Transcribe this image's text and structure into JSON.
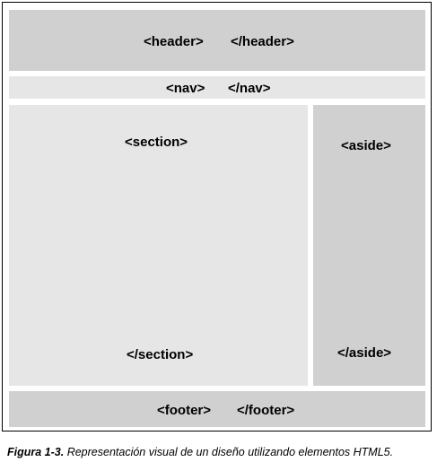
{
  "colors": {
    "dark_block": "#d0d0d0",
    "light_block": "#e6e6e6",
    "text": "#000000"
  },
  "header": {
    "open": "<header>",
    "close": "</header>"
  },
  "nav": {
    "open": "<nav>",
    "close": "</nav>"
  },
  "section": {
    "open": "<section>",
    "close": "</section>"
  },
  "aside": {
    "open": "<aside>",
    "close": "</aside>"
  },
  "footer": {
    "open": "<footer>",
    "close": "</footer>"
  },
  "caption": {
    "figure_label": "Figura 1-3.",
    "text": " Representación visual de un diseño utilizando elementos HTML5."
  }
}
